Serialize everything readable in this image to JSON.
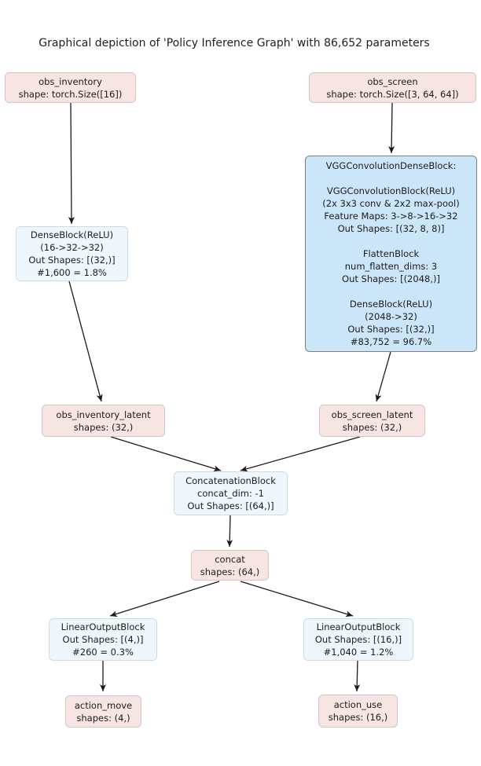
{
  "title": "Graphical depiction of 'Policy Inference Graph' with 86,652 parameters",
  "colors": {
    "input_output_node_fill": "#f6e5e2",
    "input_output_node_border": "#d9c4c1",
    "block_node_fill": "#eff7fc",
    "block_node_border": "#ccdbe4",
    "module_node_fill": "#cbe5f9",
    "module_node_border": "#808080",
    "edge_color": "#1a1a1a",
    "text_color": "#1c1c1c",
    "background": "#ffffff"
  },
  "nodes": {
    "obs_inventory": {
      "lines": [
        "obs_inventory",
        "shape: torch.Size([16])"
      ]
    },
    "obs_screen": {
      "lines": [
        "obs_screen",
        "shape: torch.Size([3, 64, 64])"
      ]
    },
    "dense_block_inventory": {
      "lines": [
        "DenseBlock(ReLU)",
        "(16->32->32)",
        "Out Shapes: [(32,)]",
        "#1,600 = 1.8%"
      ]
    },
    "vgg_block": {
      "lines": [
        "VGGConvolutionDenseBlock:",
        "",
        "VGGConvolutionBlock(ReLU)",
        "(2x 3x3 conv & 2x2 max-pool)",
        "Feature Maps: 3->8->16->32",
        "Out Shapes: [(32, 8, 8)]",
        "",
        "FlattenBlock",
        "num_flatten_dims: 3",
        "Out Shapes: [(2048,)]",
        "",
        "DenseBlock(ReLU)",
        "(2048->32)",
        "Out Shapes: [(32,)]",
        "#83,752 = 96.7%"
      ]
    },
    "obs_inventory_latent": {
      "lines": [
        "obs_inventory_latent",
        "shapes: (32,)"
      ]
    },
    "obs_screen_latent": {
      "lines": [
        "obs_screen_latent",
        "shapes: (32,)"
      ]
    },
    "concatenation_block": {
      "lines": [
        "ConcatenationBlock",
        "concat_dim: -1",
        "Out Shapes: [(64,)]"
      ]
    },
    "concat": {
      "lines": [
        "concat",
        "shapes: (64,)"
      ]
    },
    "linear_output_move": {
      "lines": [
        "LinearOutputBlock",
        "Out Shapes: [(4,)]",
        "#260 = 0.3%"
      ]
    },
    "linear_output_use": {
      "lines": [
        "LinearOutputBlock",
        "Out Shapes: [(16,)]",
        "#1,040 = 1.2%"
      ]
    },
    "action_move": {
      "lines": [
        "action_move",
        "shapes: (4,)"
      ]
    },
    "action_use": {
      "lines": [
        "action_use",
        "shapes: (16,)"
      ]
    }
  },
  "edges": [
    {
      "from": "obs_inventory",
      "to": "dense_block_inventory"
    },
    {
      "from": "obs_screen",
      "to": "vgg_block"
    },
    {
      "from": "dense_block_inventory",
      "to": "obs_inventory_latent"
    },
    {
      "from": "vgg_block",
      "to": "obs_screen_latent"
    },
    {
      "from": "obs_inventory_latent",
      "to": "concatenation_block"
    },
    {
      "from": "obs_screen_latent",
      "to": "concatenation_block"
    },
    {
      "from": "concatenation_block",
      "to": "concat"
    },
    {
      "from": "concat",
      "to": "linear_output_move"
    },
    {
      "from": "concat",
      "to": "linear_output_use"
    },
    {
      "from": "linear_output_move",
      "to": "action_move"
    },
    {
      "from": "linear_output_use",
      "to": "action_use"
    }
  ]
}
